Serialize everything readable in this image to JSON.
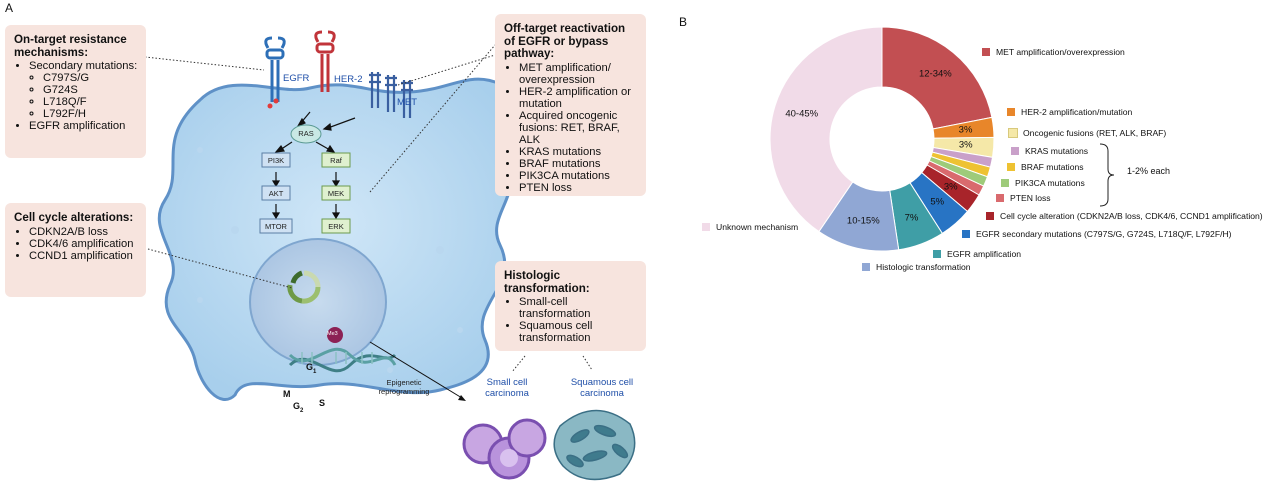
{
  "panel_a": {
    "letter": "A",
    "on_target": {
      "title": "On-target resistance mechanisms:",
      "secondary": "Secondary mutations:",
      "mutations": [
        "C797S/G",
        "G724S",
        "L718Q/F",
        "L792F/H"
      ],
      "amplification": "EGFR amplification"
    },
    "cell_cycle": {
      "title": "Cell cycle alterations:",
      "items": [
        "CDKN2A/B loss",
        "CDK4/6 amplification",
        "CCND1 amplification"
      ]
    },
    "off_target": {
      "title": "Off-target reactivation of EGFR or bypass pathway:",
      "items": [
        "MET amplification/ overexpression",
        "HER-2 amplification or mutation",
        "Acquired oncogenic fusions: RET, BRAF, ALK",
        "KRAS mutations",
        "BRAF mutations",
        "PIK3CA mutations",
        "PTEN loss"
      ]
    },
    "histologic": {
      "title": "Histologic transformation:",
      "items": [
        "Small-cell transformation",
        "Squamous cell transformation"
      ]
    },
    "receptors": {
      "egfr": "EGFR",
      "her2": "HER-2",
      "met": "MET"
    },
    "pathway": {
      "ras": "RAS",
      "pi3k": "PI3K",
      "akt": "AKT",
      "mtor": "MTOR",
      "raf": "Raf",
      "mek": "MEK",
      "erk": "ERK"
    },
    "cell_cycle_labels": {
      "g1": "G",
      "g1_sub": "1",
      "m": "M",
      "g2": "G",
      "g2_sub": "2",
      "s": "S"
    },
    "me3": "Me3",
    "epigenetic": "Epigenetic reprogramming",
    "small_cell": "Small cell carcinoma",
    "squamous_cell": "Squamous cell carcinoma"
  },
  "panel_b": {
    "letter": "B",
    "bracket_label": "1-2% each"
  },
  "chart_data": {
    "type": "pie",
    "donut": true,
    "slices": [
      {
        "label": "MET amplification/overexpression",
        "value": 23,
        "text": "12-34%",
        "color": "#c24f52"
      },
      {
        "label": "HER-2 amplification/mutation",
        "value": 3,
        "text": "3%",
        "color": "#e8862a"
      },
      {
        "label": "Oncogenic fusions (RET, ALK, BRAF)",
        "value": 3,
        "text": "3%",
        "color": "#f5e8a8"
      },
      {
        "label": "KRAS mutations",
        "value": 1.5,
        "text": "",
        "color": "#c9a0c9"
      },
      {
        "label": "BRAF mutations",
        "value": 1.5,
        "text": "",
        "color": "#eec232"
      },
      {
        "label": "PIK3CA mutations",
        "value": 1.5,
        "text": "",
        "color": "#9ecb7a"
      },
      {
        "label": "PTEN loss",
        "value": 1.5,
        "text": "",
        "color": "#d96a6e"
      },
      {
        "label": "Cell cycle alteration (CDKN2A/B loss, CDK4/6, CCND1 amplification)",
        "value": 3,
        "text": "3%",
        "color": "#a8242a"
      },
      {
        "label": "EGFR secondary mutations (C797S/G, G724S, L718Q/F, L792F/H)",
        "value": 5,
        "text": "5%",
        "color": "#2874c4"
      },
      {
        "label": "EGFR amplification",
        "value": 7,
        "text": "7%",
        "color": "#3f9ea6"
      },
      {
        "label": "Histologic transformation",
        "value": 12.5,
        "text": "10-15%",
        "color": "#90a7d4"
      },
      {
        "label": "Unknown mechanism",
        "value": 42.5,
        "text": "40-45%",
        "color": "#f1dbe8"
      }
    ]
  }
}
